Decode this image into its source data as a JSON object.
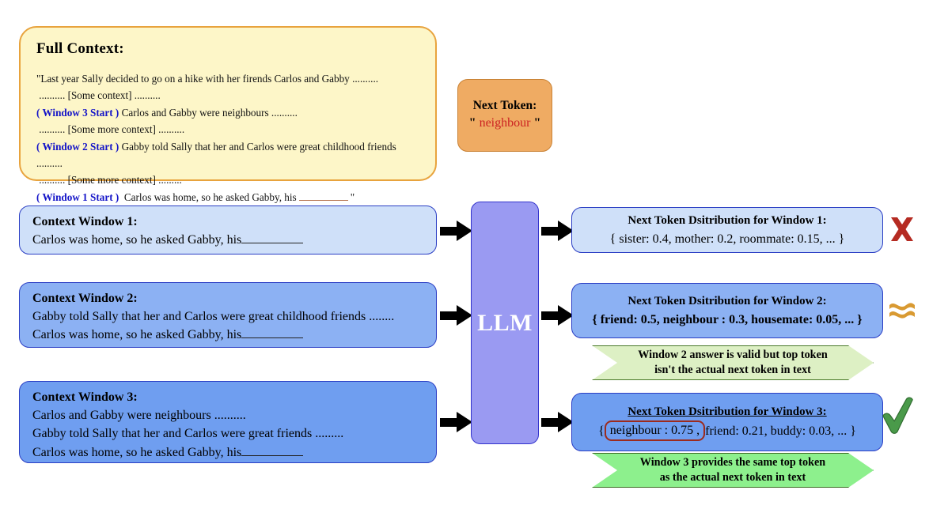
{
  "full_context": {
    "title": "Full Context:",
    "lines": [
      {
        "tag": "",
        "text": "\"Last year Sally decided to go on a hike with her firends Carlos and Gabby .........."
      },
      {
        "tag": "",
        "text": " .......... [Some context] .........."
      },
      {
        "tag": "( Window 3 Start )",
        "text": " Carlos and Gabby were neighbours .........."
      },
      {
        "tag": "",
        "text": " .......... [Some more context] .........."
      },
      {
        "tag": "( Window 2 Start )",
        "text": " Gabby told Sally that her and Carlos were great childhood friends  .........."
      },
      {
        "tag": "",
        "text": " .......... [Some more context] ........."
      },
      {
        "tag": "( Window 1 Start )",
        "text": "  Carlos was home, so he asked Gabby, his ______ \""
      }
    ]
  },
  "next_token": {
    "label": "Next Token:",
    "quote_open": "\"",
    "token": "neighbour",
    "quote_close": "\""
  },
  "llm": {
    "label": "LLM"
  },
  "context_windows": [
    {
      "title": "Context Window 1:",
      "lines": [
        "Carlos was home, so he asked Gabby, his______"
      ]
    },
    {
      "title": "Context Window 2:",
      "lines": [
        "Gabby told Sally that her and Carlos were great childhood friends ........",
        "Carlos was home, so he asked Gabby, his______"
      ]
    },
    {
      "title": "Context Window 3:",
      "lines": [
        "Carlos and Gabby were neighbours ..........",
        "Gabby told Sally that her and Carlos were great friends .........",
        "Carlos was home, so he asked Gabby, his______"
      ]
    }
  ],
  "distributions": [
    {
      "title": "Next Token Dsitribution for Window 1:",
      "body": "{ sister: 0.4, mother: 0.2, roommate: 0.15, ... }",
      "mark": "cross-icon"
    },
    {
      "title": "Next Token Dsitribution for Window 2:",
      "body": "{ friend: 0.5, neighbour : 0.3, housemate: 0.05, ... }",
      "mark": "approx-icon"
    },
    {
      "title": "Next Token Dsitribution for Window 3:",
      "body_prefix": "{",
      "body_highlight": "neighbour : 0.75 ,",
      "body_suffix": " friend: 0.21, buddy: 0.03, ... }",
      "mark": "check-icon"
    }
  ],
  "banners": [
    {
      "line1": "Window 2 answer is valid but top token",
      "line2": "isn't the actual next token in text"
    },
    {
      "line1": "Window 3 provides the same top token",
      "line2": "as the actual next token in text"
    }
  ],
  "colors": {
    "context_panel_bg": "#fdf6c8",
    "context_panel_border": "#e8a33d",
    "next_token_bg": "#efab63",
    "next_token_text": "#cc2222",
    "window_tag": "#1414c8",
    "llm_bg": "#9a9af2",
    "window1_bg": "#cfe0f9",
    "window2_bg": "#8cb1f3",
    "window3_bg": "#6f9ef0",
    "box_border": "#2b3ec4",
    "banner2_bg": "#ddf0c4",
    "banner3_bg": "#8df08d",
    "highlight_border": "#9c2b1e",
    "cross": "#b52b22",
    "approx": "#d99a32",
    "check": "#4a9a4a"
  },
  "distribution_values": {
    "window_1": {
      "sister": 0.4,
      "mother": 0.2,
      "roommate": 0.15
    },
    "window_2": {
      "friend": 0.5,
      "neighbour": 0.3,
      "housemate": 0.05
    },
    "window_3": {
      "neighbour": 0.75,
      "friend": 0.21,
      "buddy": 0.03
    }
  }
}
